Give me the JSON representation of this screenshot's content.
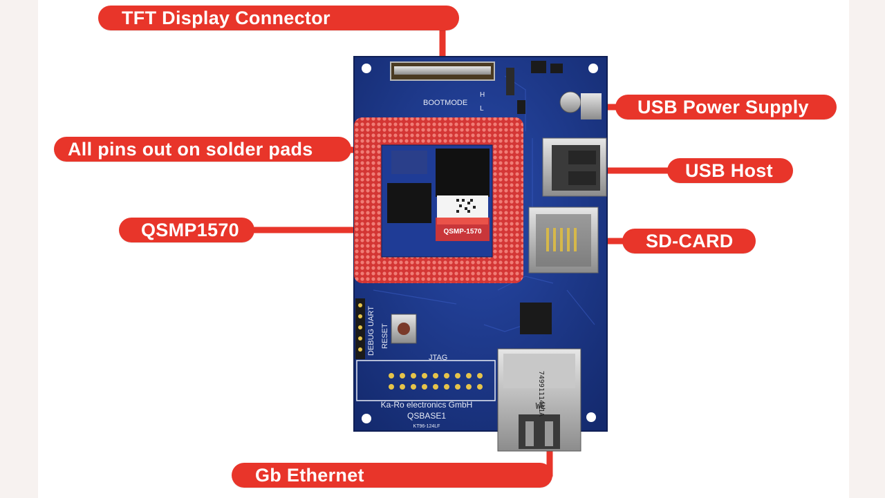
{
  "callouts": {
    "tft_display": "TFT Display Connector",
    "usb_power": "USB Power Supply",
    "solder_pads": "All pins out on solder pads",
    "usb_host": "USB Host",
    "qsmp": "QSMP1570",
    "sd_card": "SD-CARD",
    "ethernet": "Gb Ethernet"
  },
  "board": {
    "bootmode": "BOOTMODE",
    "bootmode_h": "H",
    "bootmode_l": "L",
    "manufacturer": "Ka-Ro electronics GmbH",
    "model": "QSBASE1",
    "part_no": "KT96-124LF",
    "jtag": "JTAG",
    "debug_uart": "DEBUG UART",
    "reset": "RESET",
    "magjack_code": "7499111441A",
    "magjack_brand": "WE",
    "chip_label": "QSMP-1570"
  },
  "colors": {
    "callout": "#e8352a",
    "pcb": "#1e3a8a",
    "pad_overlay": "#e8352a"
  }
}
